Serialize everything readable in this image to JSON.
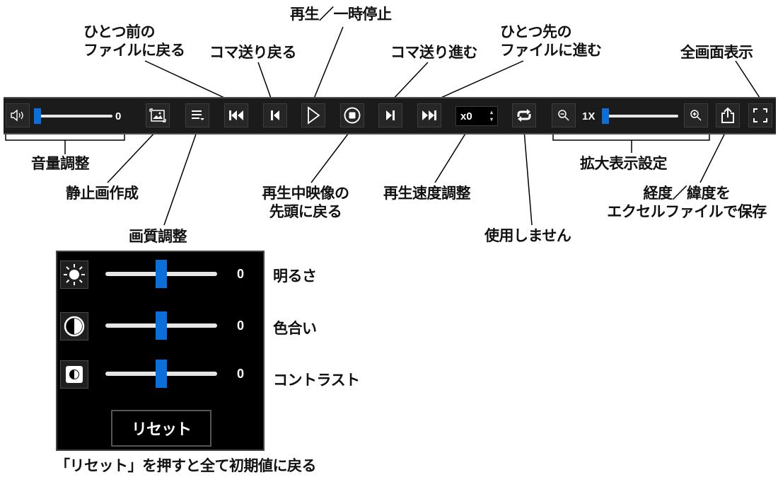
{
  "annotations": {
    "prev_file": "ひとつ前の\nファイルに戻る",
    "frame_back": "コマ送り戻る",
    "play_pause": "再生／一時停止",
    "frame_forward": "コマ送り進む",
    "next_file": "ひとつ先の\nファイルに進む",
    "fullscreen": "全画面表示",
    "volume": "音量調整",
    "snapshot": "静止画作成",
    "image_quality": "画質調整",
    "stop": "再生中映像の\n先頭に戻る",
    "speed": "再生速度調整",
    "loop": "使用しません",
    "zoom": "拡大表示設定",
    "export": "経度／緯度を\nエクセルファイルで保存",
    "reset_note": "「リセット」を押すと全て初期値に戻る"
  },
  "toolbar": {
    "volume_value": "0",
    "volume_level": 0,
    "speed_value": "x0",
    "zoom_label": "1X",
    "zoom_level": 0
  },
  "image_panel": {
    "rows": [
      {
        "label": "明るさ",
        "value": "0",
        "icon": "brightness-icon",
        "level": 0.5
      },
      {
        "label": "色合い",
        "value": "0",
        "icon": "contrast-circle-icon",
        "level": 0.5
      },
      {
        "label": "コントラスト",
        "value": "0",
        "icon": "contrast-square-icon",
        "level": 0.5
      }
    ],
    "reset_label": "リセット"
  }
}
